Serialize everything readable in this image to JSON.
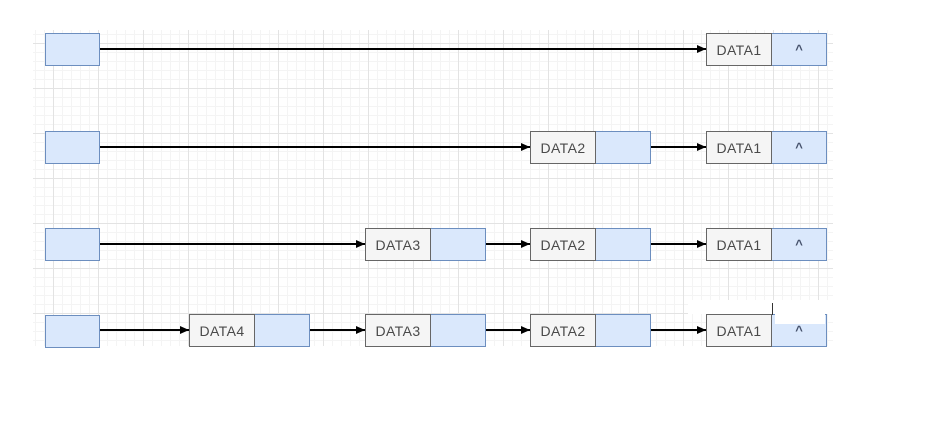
{
  "diagram": {
    "stages": [
      {
        "nodes": [
          {
            "label": "DATA1",
            "pointer": "^"
          }
        ]
      },
      {
        "nodes": [
          {
            "label": "DATA2",
            "pointer": ""
          },
          {
            "label": "DATA1",
            "pointer": "^"
          }
        ]
      },
      {
        "nodes": [
          {
            "label": "DATA3",
            "pointer": ""
          },
          {
            "label": "DATA2",
            "pointer": ""
          },
          {
            "label": "DATA1",
            "pointer": "^"
          }
        ]
      },
      {
        "nodes": [
          {
            "label": "DATA4",
            "pointer": ""
          },
          {
            "label": "DATA3",
            "pointer": ""
          },
          {
            "label": "DATA2",
            "pointer": ""
          },
          {
            "label": "DATA1",
            "pointer": "^"
          }
        ]
      }
    ],
    "colors": {
      "head_fill": "#dae8fc",
      "head_border": "#6c8ebf",
      "data_cell_fill": "#f5f5f5",
      "data_cell_border": "#666666",
      "pointer_cell_fill": "#dae8fc",
      "pointer_cell_border": "#6c8ebf",
      "arrow": "#000000",
      "label_text": "#4a4a4a",
      "grid_major": "#e3e3e3",
      "grid_minor": "#f4f4f4",
      "canvas": "#ffffff"
    }
  }
}
